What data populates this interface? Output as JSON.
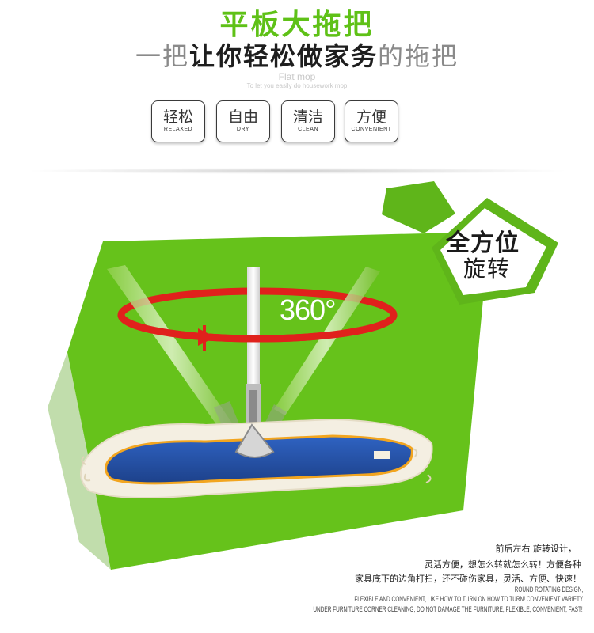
{
  "header": {
    "title": "平板大拖把",
    "subtitle_prefix": "一把",
    "subtitle_bold": "让你轻松做家务",
    "subtitle_suffix": "的拖把",
    "en_title": "Flat mop",
    "en_subtitle": "To let you easily do housework mop"
  },
  "features": [
    {
      "cn": "轻松",
      "en": "RELAXED",
      "icon": "relaxed-badge"
    },
    {
      "cn": "自由",
      "en": "DRY",
      "icon": "dry-badge"
    },
    {
      "cn": "清洁",
      "en": "CLEAN",
      "icon": "clean-badge"
    },
    {
      "cn": "方便",
      "en": "CONVENIENT",
      "icon": "convenient-badge"
    }
  ],
  "badge": {
    "line1": "全方位",
    "line2": "旋转"
  },
  "rotation": {
    "label": "360°"
  },
  "description": {
    "cn_lines": [
      "前后左右 旋转设计，",
      "灵活方便，想怎么转就怎么转！方便各种",
      "家具底下的边角打扫，还不碰伤家具，灵活、方便、快速！"
    ],
    "en_lines": [
      "ROUND ROTATING DESIGN,",
      "FLEXIBLE AND CONVENIENT, LIKE HOW TO TURN ON HOW TO TURN! CONVENIENT VARIETY",
      "UNDER FURNITURE CORNER CLEANING, DO NOT DAMAGE THE FURNITURE, FLEXIBLE, CONVENIENT, FAST!"
    ]
  },
  "colors": {
    "brand_green": "#5fc117",
    "panel_green": "#66c21b",
    "ring_red": "#e0211c",
    "mop_blue": "#2553a8",
    "mop_trim": "#f2a51f"
  }
}
